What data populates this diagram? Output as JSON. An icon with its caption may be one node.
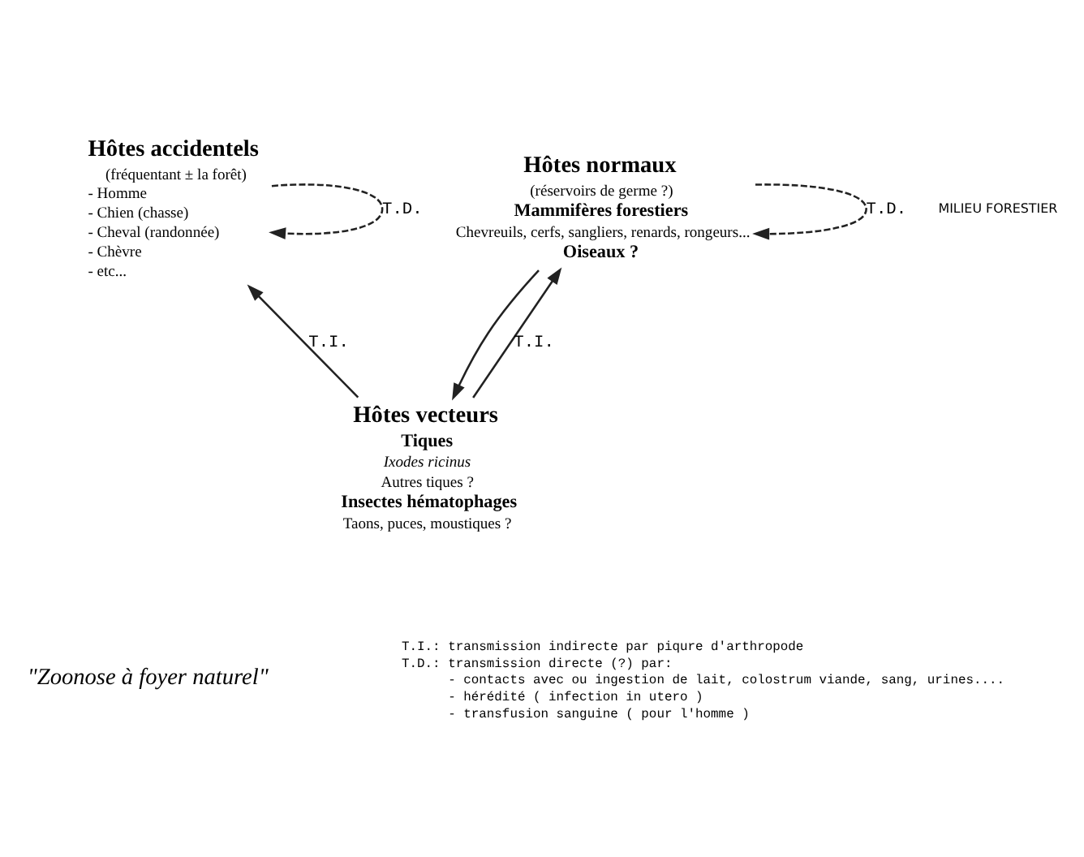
{
  "diagram": {
    "nodes": [
      {
        "text": [
          "Hôtes accidentels",
          "(fréquentant ± la forêt)",
          "- Homme",
          "- Chien (chasse)",
          "- Cheval (randonnée)",
          "- Chèvre",
          "- etc..."
        ]
      },
      {
        "text": [
          "Hôtes normaux",
          "(réservoirs de germe ?)",
          "Mammifères forestiers",
          "Chevreuils, cerfs, sangliers, renards, rongeurs...",
          "Oiseaux ?"
        ]
      },
      {
        "text": [
          "Hôtes vecteurs",
          "Tiques",
          "Ixodes ricinus",
          "Autres tiques ?",
          "Insectes hématophages",
          "Taons, puces, moustiques ?"
        ]
      }
    ],
    "edges": [
      {
        "from": 2,
        "to": 0,
        "arrow": "to",
        "label": "T.I."
      },
      {
        "from": 0,
        "to": 0,
        "arrow": "to",
        "style": "dashed",
        "label": "T.D."
      },
      {
        "from": 1,
        "to": 2,
        "arrow": "to"
      },
      {
        "from": 2,
        "to": 1,
        "arrow": "to",
        "label": "T.I."
      },
      {
        "from": 1,
        "to": 1,
        "arrow": "to",
        "style": "dashed",
        "label": "T.D."
      }
    ],
    "labels": [
      "MILIEU FORESTIER",
      "\"Zoonose à foyer naturel\"",
      "T.I.: transmission indirecte par piqure d'arthropode",
      "T.D.: transmission directe (?) par:",
      "- contacts avec ou ingestion de lait, colostrum viande, sang, urines....",
      "- hérédité ( infection in utero )",
      "- transfusion sanguine ( pour l'homme )"
    ]
  }
}
